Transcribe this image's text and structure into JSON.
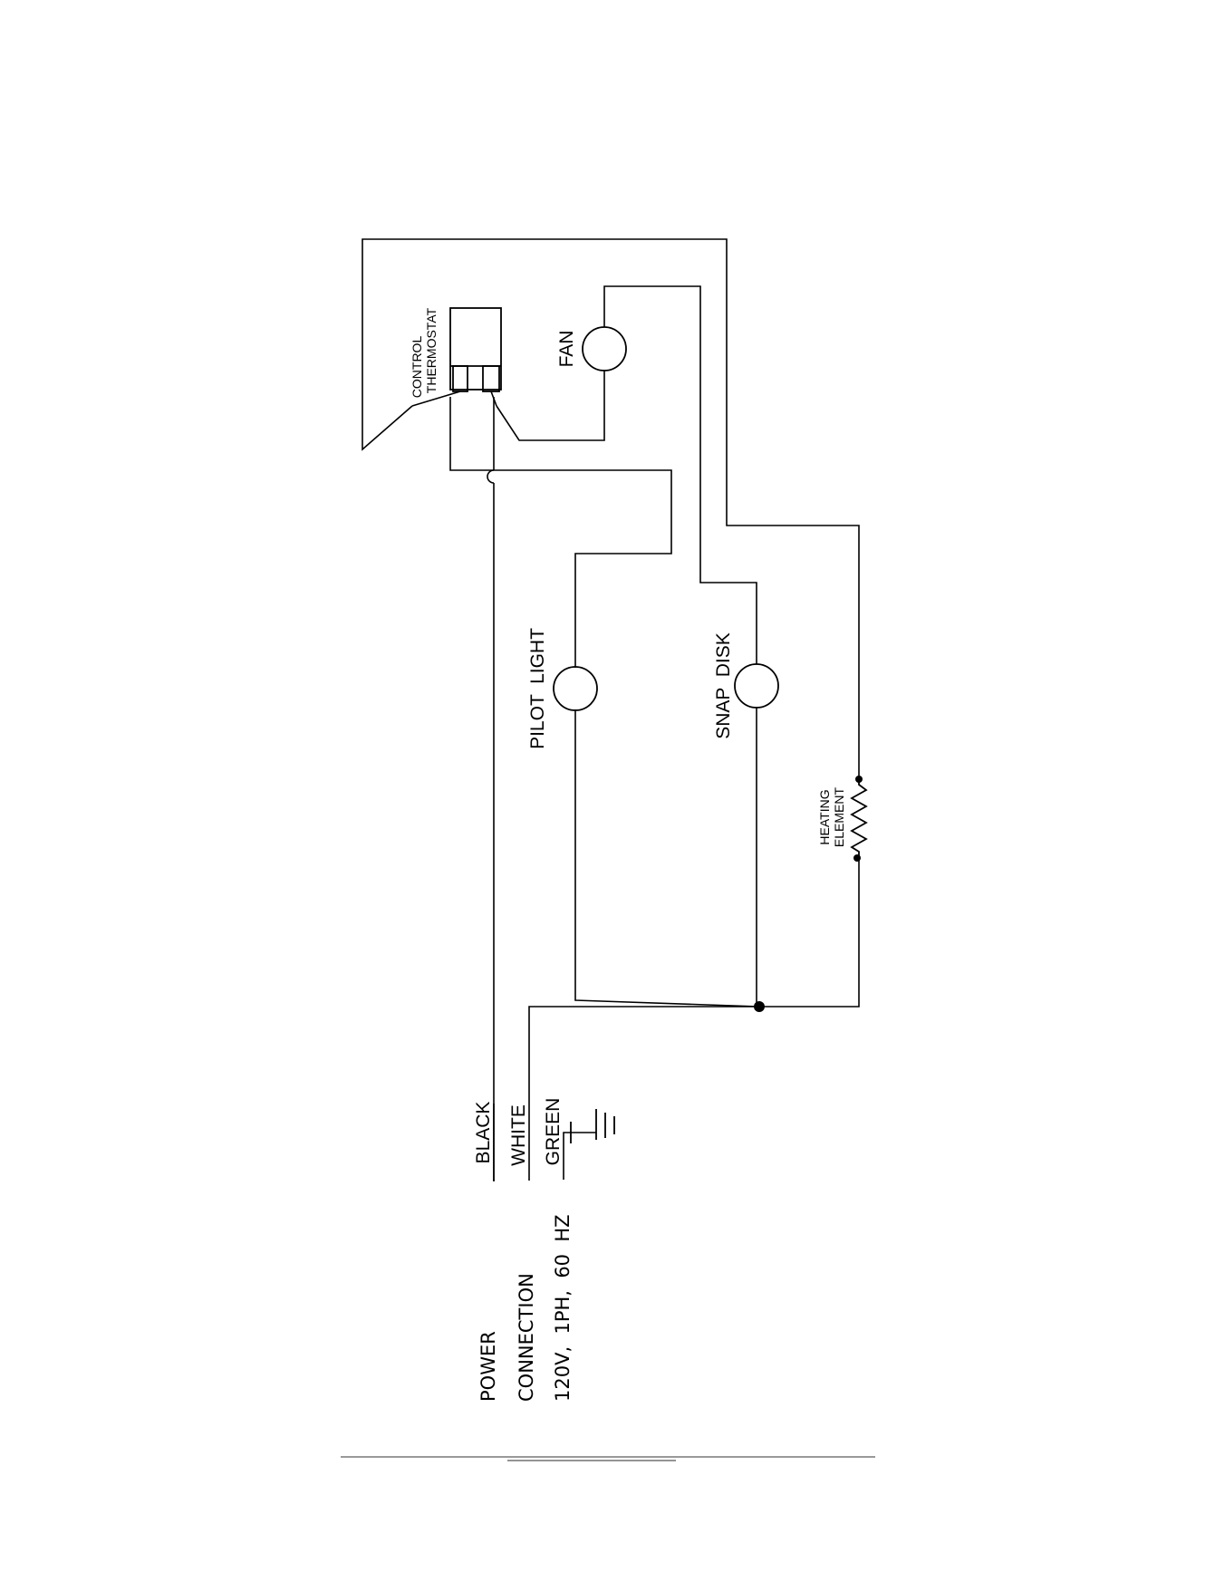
{
  "diagram": {
    "components": {
      "control_thermostat": {
        "line1": "CONTROL",
        "line2": "THERMOSTAT"
      },
      "fan": {
        "label": "FAN"
      },
      "pilot_light": {
        "label": "PILOT  LIGHT"
      },
      "snap_disk": {
        "label": "SNAP  DISK"
      },
      "heating_element": {
        "line1": "HEATING",
        "line2": "ELEMENT"
      }
    },
    "wires": {
      "black": "BLACK",
      "white": "WHITE",
      "green": "GREEN"
    },
    "power": {
      "line1": "POWER",
      "line2": "CONNECTION",
      "line3": "120V,  1PH,  60  HZ"
    }
  }
}
